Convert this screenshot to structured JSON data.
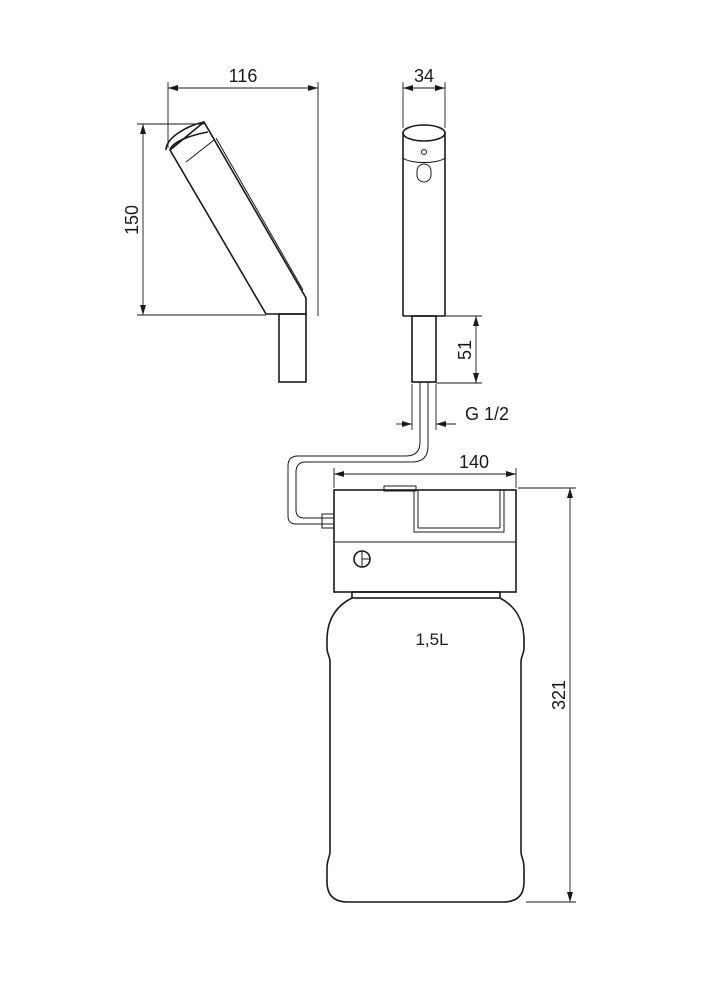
{
  "dimensions": {
    "side_width": "116",
    "side_height": "150",
    "front_width": "34",
    "shank_length": "51",
    "thread": "G 1/2",
    "box_width": "140",
    "total_height": "321"
  },
  "bottle": {
    "capacity": "1,5L"
  }
}
